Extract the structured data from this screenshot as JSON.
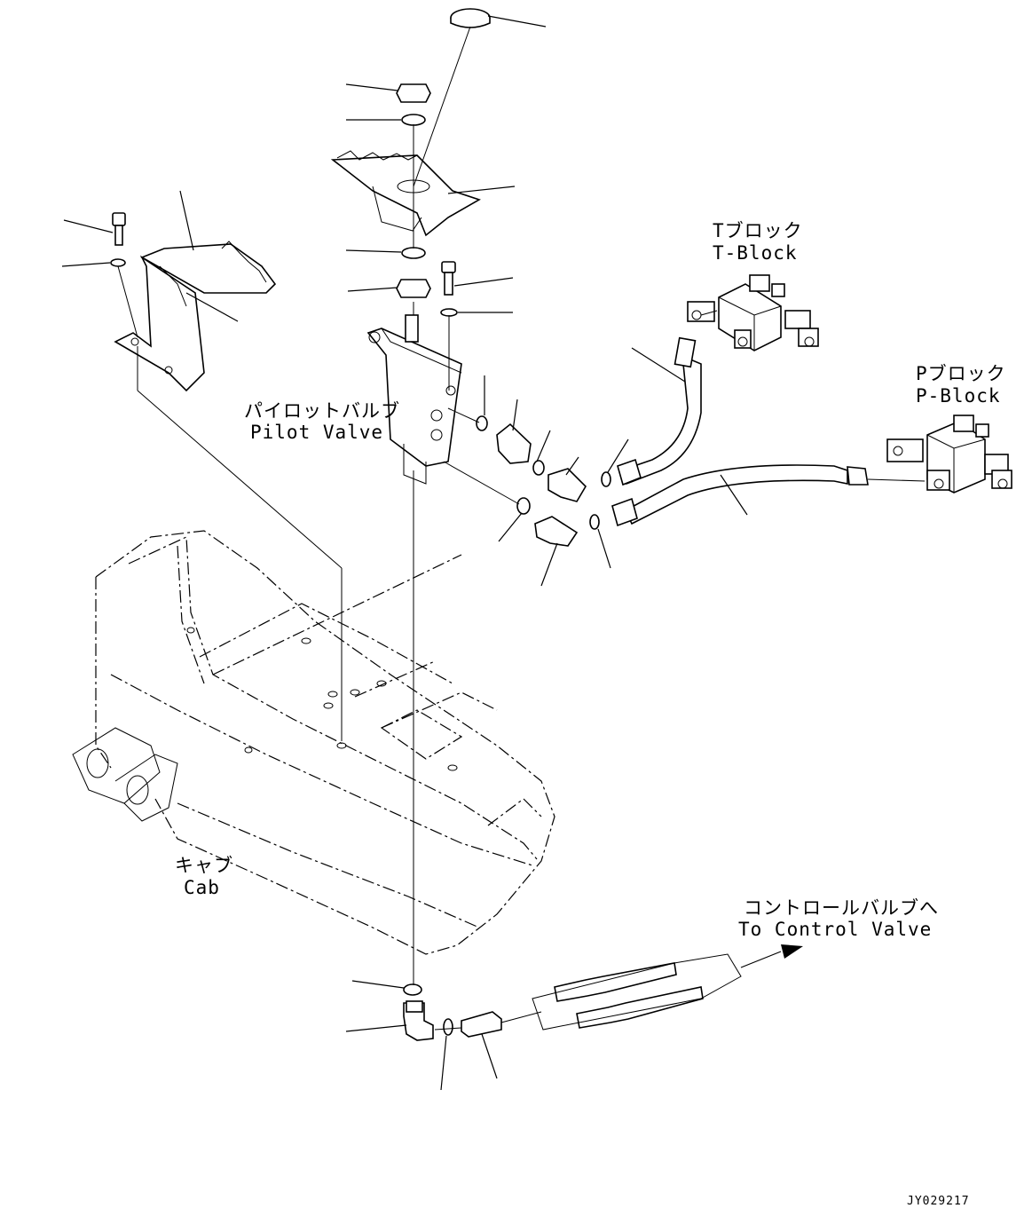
{
  "labels": {
    "t_block_jp": "Tブロック",
    "t_block_en": "T-Block",
    "p_block_jp": "Pブロック",
    "p_block_en": "P-Block",
    "pilot_valve_jp": "パイロットバルブ",
    "pilot_valve_en": "Pilot Valve",
    "cab_jp": "キャブ",
    "cab_en": "Cab",
    "control_valve_jp": "コントロールバルブへ",
    "control_valve_en": "To Control Valve"
  },
  "drawing_code": "JY029217"
}
